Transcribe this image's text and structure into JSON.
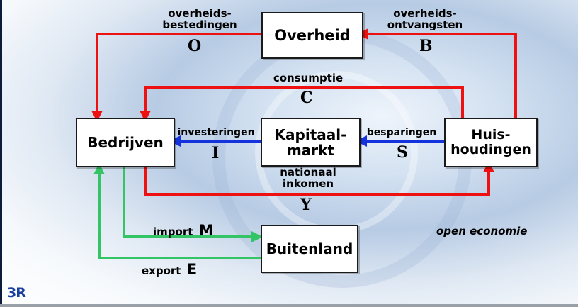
{
  "nodes": {
    "overheid": [
      "Overheid"
    ],
    "bedrijven": [
      "Bedrijven"
    ],
    "kapitaalmarkt": [
      "Kapitaal-",
      "markt"
    ],
    "huishoudingen": [
      "Huis-",
      "houdingen"
    ],
    "buitenland": [
      "Buitenland"
    ]
  },
  "flows": {
    "overheidsbestedingen": {
      "label": [
        "overheids-",
        "bestedingen"
      ],
      "symbol": "O",
      "color": "#ee1111"
    },
    "overheidsontvangsten": {
      "label": [
        "overheids-",
        "ontvangsten"
      ],
      "symbol": "B",
      "color": "#ee1111"
    },
    "consumptie": {
      "label": [
        "consumptie"
      ],
      "symbol": "C",
      "color": "#ee1111"
    },
    "investeringen": {
      "label": [
        "investeringen"
      ],
      "symbol": "I",
      "color": "#1533dd"
    },
    "besparingen": {
      "label": [
        "besparingen"
      ],
      "symbol": "S",
      "color": "#1533dd"
    },
    "nationaal_inkomen": {
      "label": [
        "nationaal",
        "inkomen"
      ],
      "symbol": "Y",
      "color": "#ee1111"
    },
    "import": {
      "label": [
        "import"
      ],
      "symbol": "M",
      "color": "#33c466"
    },
    "export": {
      "label": [
        "export"
      ],
      "symbol": "E",
      "color": "#33c466"
    }
  },
  "caption": "open economie",
  "logo": "3R"
}
